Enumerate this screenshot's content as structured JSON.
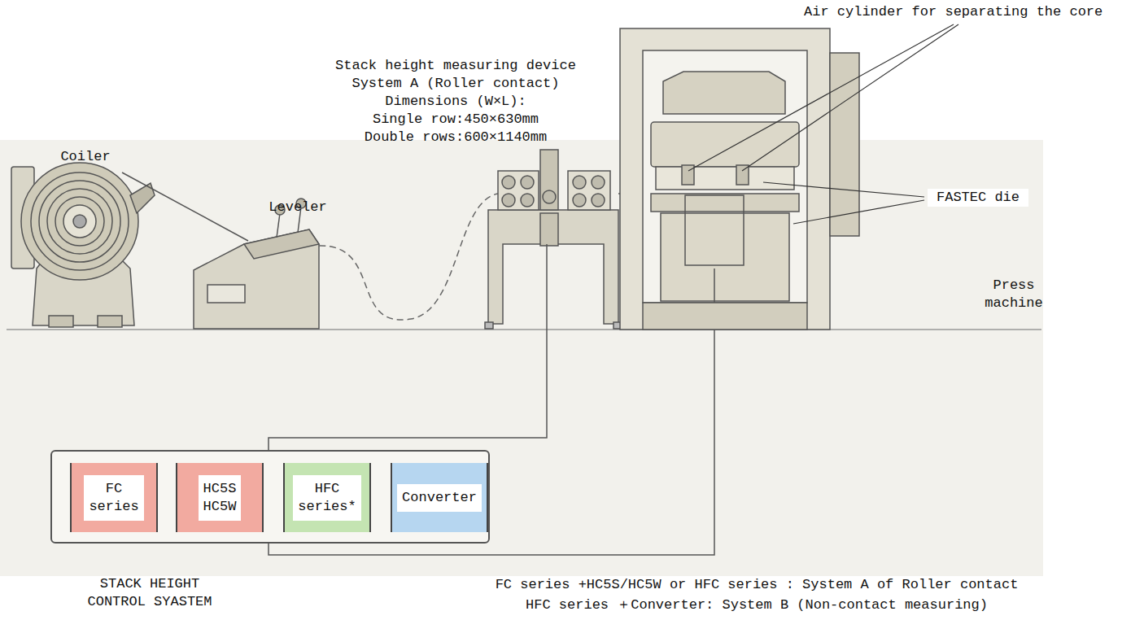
{
  "diagram": {
    "nodes": [
      {
        "text": [
          "STACK HEIGHT CONTROL SYASTEM"
        ]
      },
      {
        "text": [
          "FC series"
        ],
        "in": 0
      },
      {
        "text": [
          "HC5S HC5W"
        ],
        "in": 0
      },
      {
        "text": [
          "HFC series*"
        ],
        "in": 0
      },
      {
        "text": [
          "Converter"
        ],
        "in": 0
      }
    ],
    "labels": [
      "Air cylinder for separating the core",
      "Stack height measuring device",
      "System A (Roller contact)",
      "Dimensions (W×L):",
      "Single row:450×630mm",
      "Double rows:600×1140mm",
      "Coiler",
      "Leveler",
      "FASTEC die",
      "Press machine",
      "FC series +HC5S/HC5W or HFC series : System A of Roller contact",
      "HFC series ＋Converter: System B (Non-contact measuring)"
    ]
  }
}
